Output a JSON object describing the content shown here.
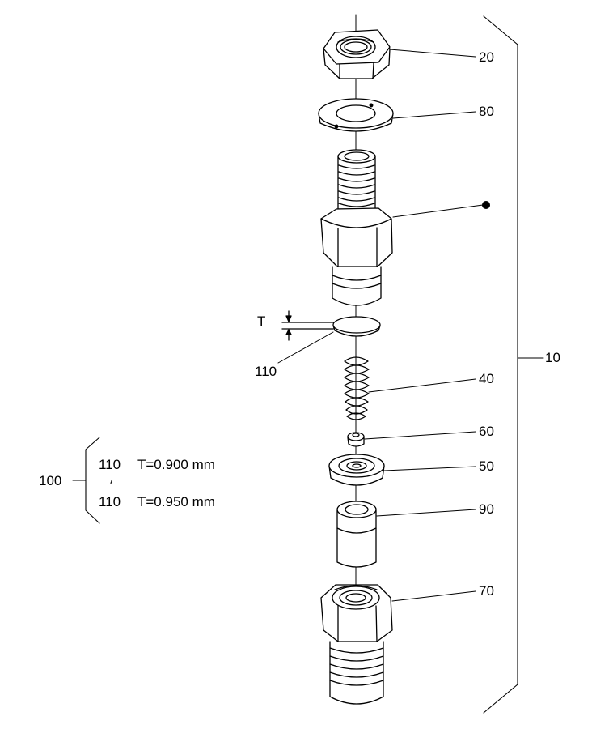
{
  "callouts": {
    "p20": "20",
    "p80": "80",
    "p40": "40",
    "p60": "60",
    "p50": "50",
    "p90": "90",
    "p70": "70",
    "p10": "10",
    "p110": "110",
    "p100": "100"
  },
  "dimension_label": "T",
  "variants": {
    "first": {
      "part": "110",
      "spec": "T=0.900 mm"
    },
    "range_symbol": "~",
    "last": {
      "part": "110",
      "spec": "T=0.950 mm"
    }
  }
}
